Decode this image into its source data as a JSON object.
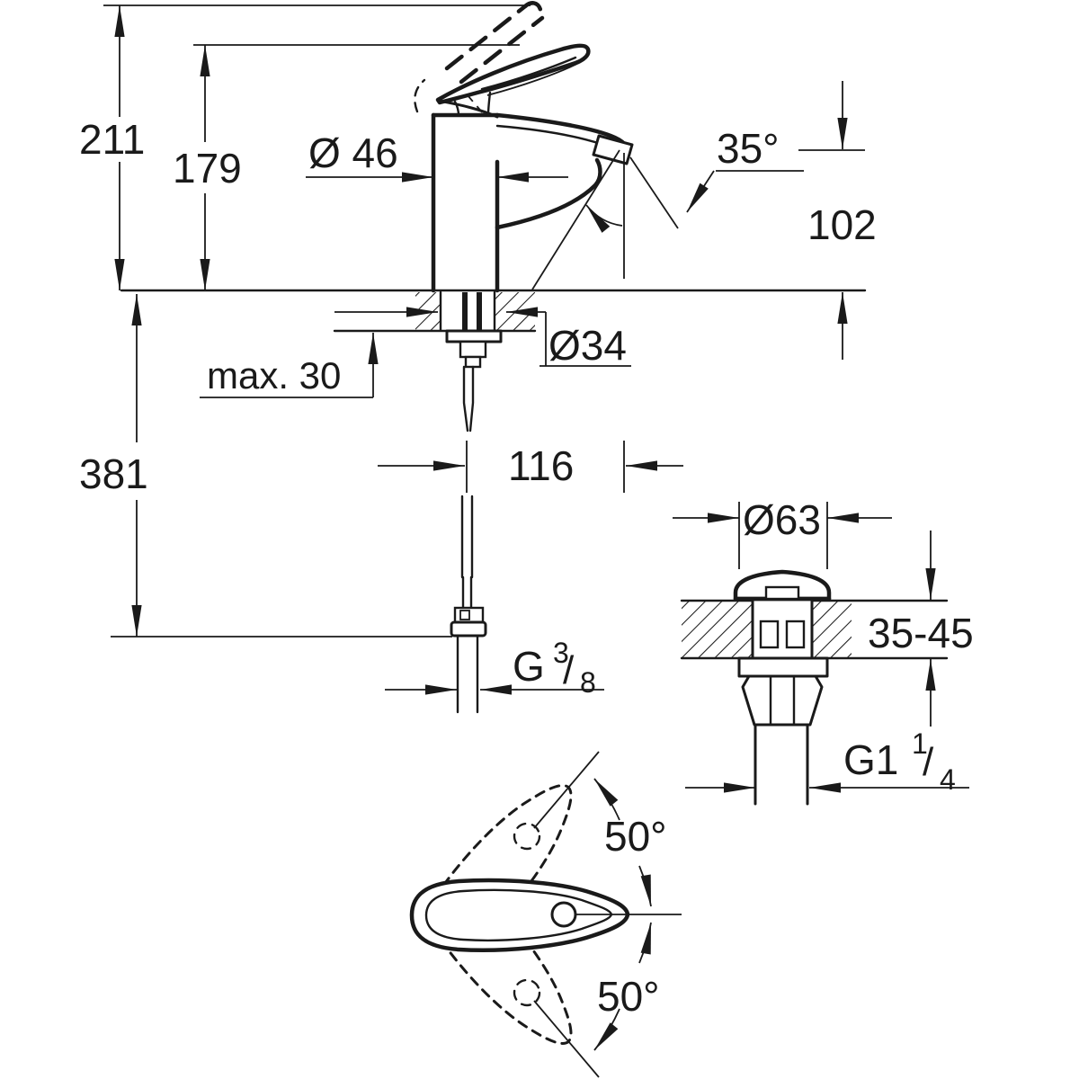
{
  "colors": {
    "background": "#ffffff",
    "line": "#1a1a1a"
  },
  "side_view": {
    "dim_height_total": "211",
    "dim_height_body": "179",
    "dim_body_diameter": "Ø 46",
    "dim_spout_angle": "35°",
    "dim_spout_outlet_height": "102",
    "dim_mounting_hole_diameter": "Ø34",
    "dim_max_deck_thickness": "max. 30",
    "dim_height_below_deck": "381",
    "dim_hose_offset": "116",
    "supply_thread": {
      "prefix": "G",
      "numerator": "3",
      "slash": "/",
      "denominator": "8"
    }
  },
  "waste_view": {
    "dim_flange_diameter": "Ø63",
    "dim_deck_thickness_range": "35-45",
    "waste_thread": {
      "prefix": "G1",
      "numerator": "1",
      "slash": "/",
      "denominator": "4"
    }
  },
  "top_view": {
    "dim_swing_upper": "50°",
    "dim_swing_lower": "50°"
  }
}
